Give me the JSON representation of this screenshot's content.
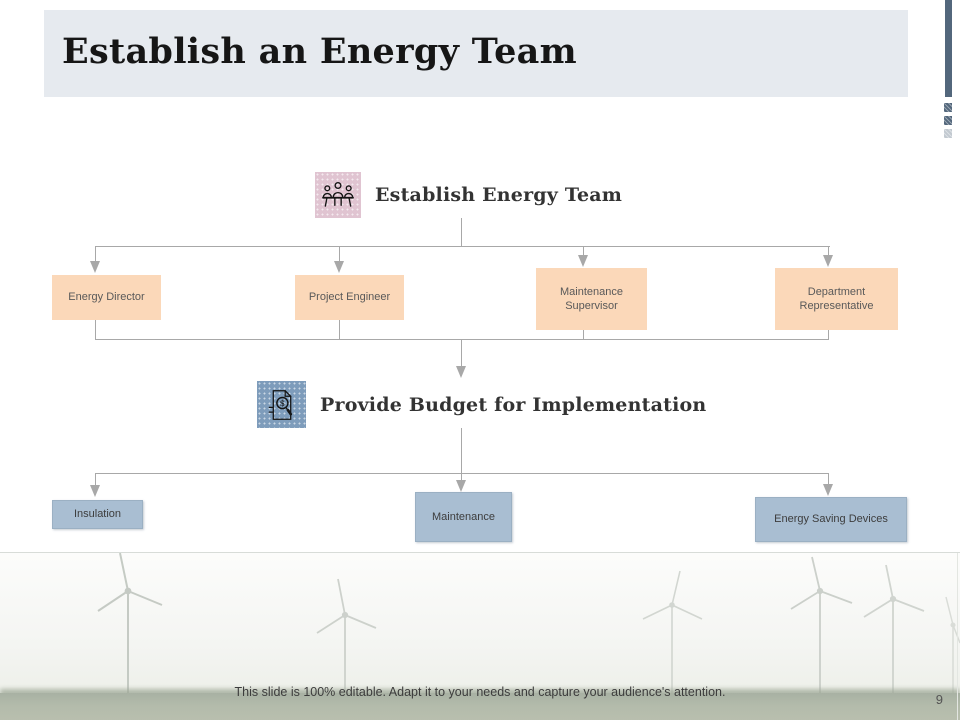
{
  "slide": {
    "title": "Establish an Energy Team",
    "footer_note": "This slide is 100% editable. Adapt it to your needs and capture your audience's attention.",
    "page_number": "9"
  },
  "diagram": {
    "level1": {
      "heading": "Establish Energy Team",
      "icon": "meeting-people-icon",
      "nodes": [
        {
          "label": "Energy Director"
        },
        {
          "label": "Project Engineer"
        },
        {
          "label": "Maintenance Supervisor"
        },
        {
          "label": "Department Representative"
        }
      ]
    },
    "level2": {
      "heading": "Provide Budget for Implementation",
      "icon": "budget-document-magnifier-icon",
      "nodes": [
        {
          "label": "Insulation"
        },
        {
          "label": "Maintenance"
        },
        {
          "label": "Energy Saving Devices"
        }
      ]
    }
  },
  "colors": {
    "title_bar_bg": "#e6eaef",
    "accent_bar": "#53677c",
    "level1_node_bg": "#fbd8b9",
    "level2_node_bg": "#a9bed2",
    "level1_icon_bg": "#e0c4d1",
    "level2_icon_bg": "#7e9cbb",
    "connector": "#a8a8a8"
  }
}
